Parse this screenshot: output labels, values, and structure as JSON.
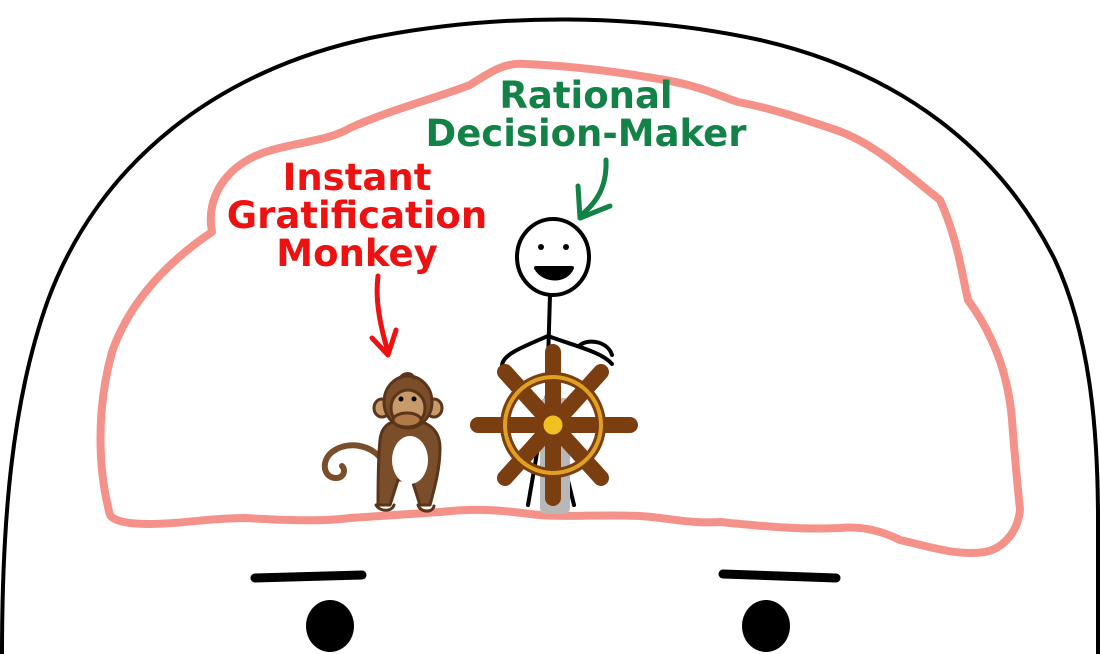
{
  "labels": {
    "monkey": [
      "Instant",
      "Gratification",
      "Monkey"
    ],
    "decision_maker": [
      "Rational",
      "Decision-Maker"
    ]
  },
  "colors": {
    "outline": "#000000",
    "brain": "#f4928a",
    "monkey_text": "#ee1111",
    "decision_text": "#128246",
    "monkey_fur": "#7a4e2a",
    "monkey_face": "#c89a6a",
    "wheel_brown": "#7a3e10",
    "wheel_ring": "#e0a020",
    "wheel_hub": "#f0c020",
    "post": "#b8b8b8"
  },
  "icons": {
    "head": "head-outline",
    "brain": "brain-outline",
    "monkey": "monkey-figure",
    "stick_figure": "stick-figure",
    "wheel": "ship-wheel"
  }
}
